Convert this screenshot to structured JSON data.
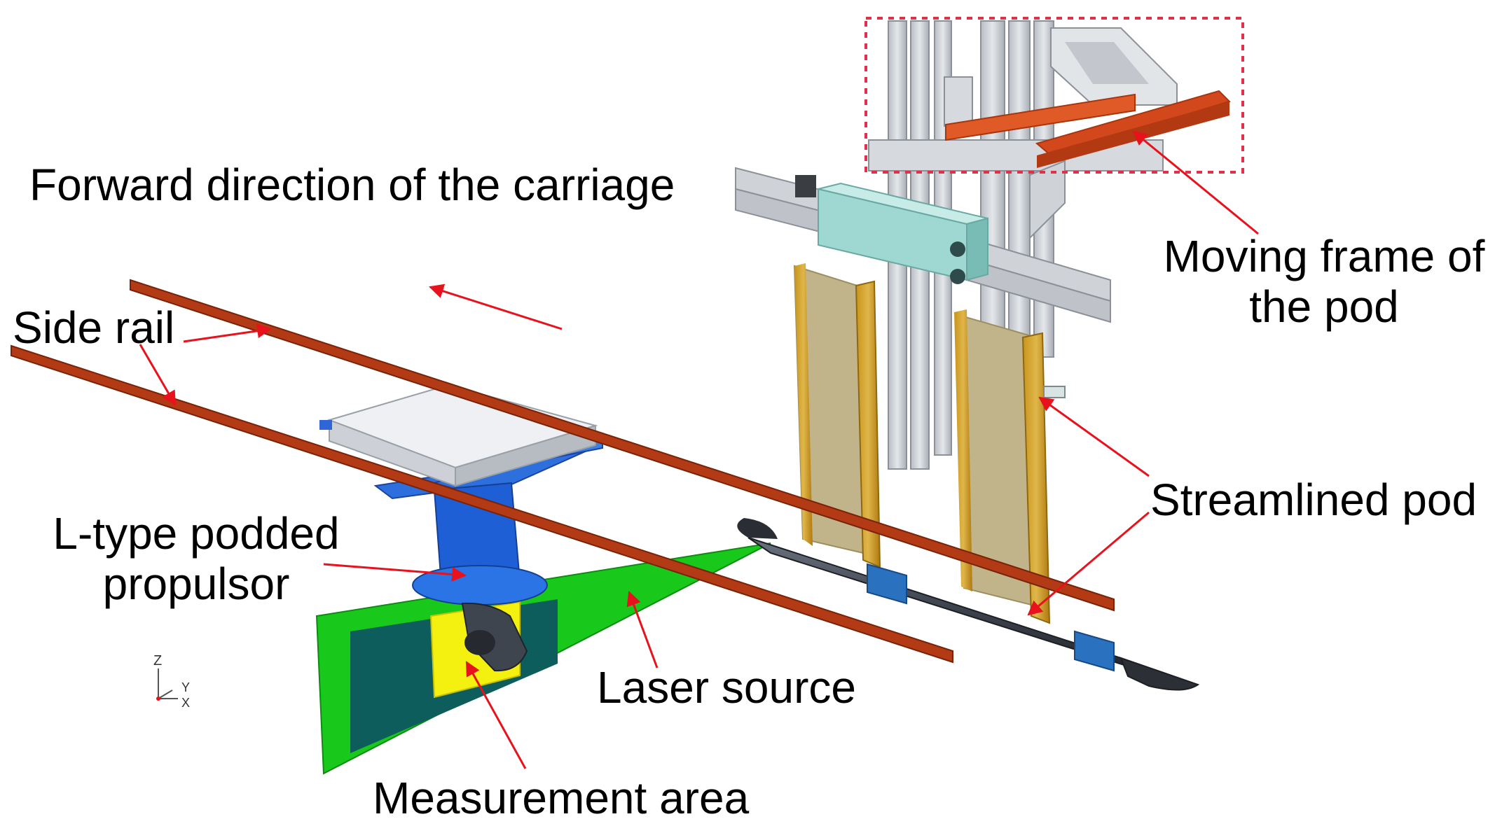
{
  "labels": {
    "forward_direction": "Forward direction of the carriage",
    "side_rail": "Side rail",
    "moving_frame_line1": "Moving frame of",
    "moving_frame_line2": "the pod",
    "streamlined_pod": "Streamlined pod",
    "propulsor_line1": "L-type podded",
    "propulsor_line2": "propulsor",
    "laser_source": "Laser source",
    "measurement_area": "Measurement area"
  },
  "axes": {
    "z": "Z",
    "y": "Y",
    "x": "X"
  },
  "colors": {
    "rail": "#b23a14",
    "rail_edge": "#7a2208",
    "arrow": "#e8121c",
    "laser_sheet": "#18c81b",
    "measurement_dark": "#0d5d5d",
    "measurement_yellow": "#f4f00f",
    "propulsor_blue": "#1f5fd6",
    "pod_body": "#3f454f",
    "pod_band": "#2a72c0",
    "strut": "#c2b48a",
    "strut_edge": "#c8941c",
    "frame_gray": "#c9cdd3",
    "mount_cyan": "#9fd8d2",
    "frame_plate": "#d2471c",
    "dashed_box": "#e0304a",
    "carriage_box": "#dce0e6"
  }
}
